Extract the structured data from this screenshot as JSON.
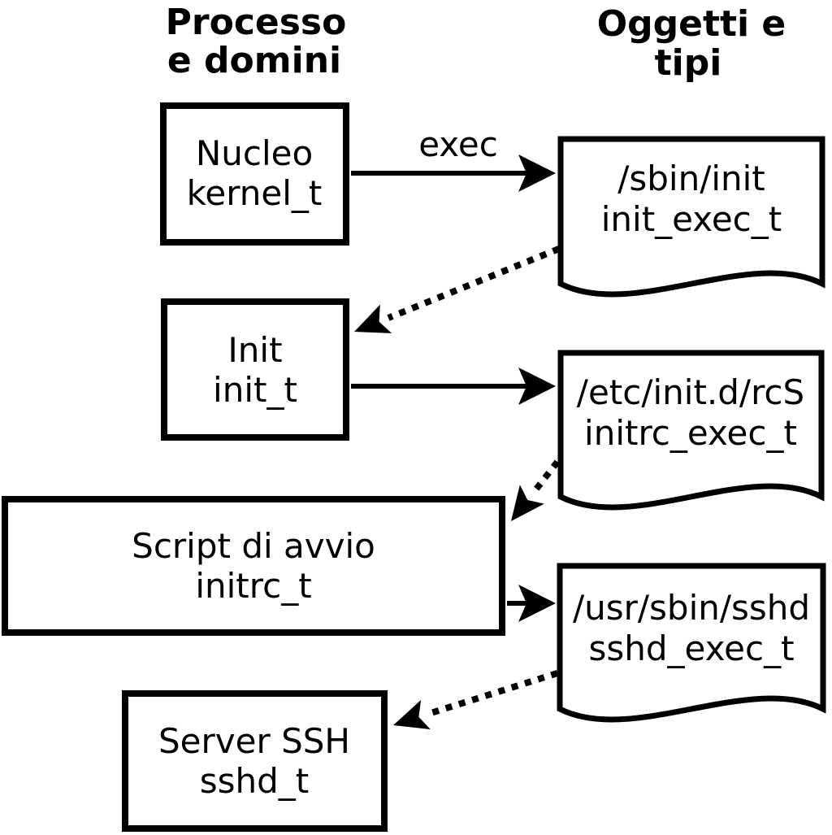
{
  "colors": {
    "ink": "#000000",
    "paper": "#ffffff"
  },
  "columns": {
    "left_header": {
      "line1": "Processo",
      "line2": "e domini"
    },
    "right_header": {
      "line1": "Oggetti e",
      "line2": "tipi"
    }
  },
  "processes": [
    {
      "label": "Nucleo",
      "domain": "kernel_t"
    },
    {
      "label": "Init",
      "domain": "init_t"
    },
    {
      "label": "Script di avvio",
      "domain": "initrc_t"
    },
    {
      "label": "Server SSH",
      "domain": "sshd_t"
    }
  ],
  "objects": [
    {
      "path": "/sbin/init",
      "type": "init_exec_t"
    },
    {
      "path": "/etc/init.d/rcS",
      "type": "initrc_exec_t"
    },
    {
      "path": "/usr/sbin/sshd",
      "type": "sshd_exec_t"
    }
  ],
  "labels": {
    "exec": "exec"
  }
}
